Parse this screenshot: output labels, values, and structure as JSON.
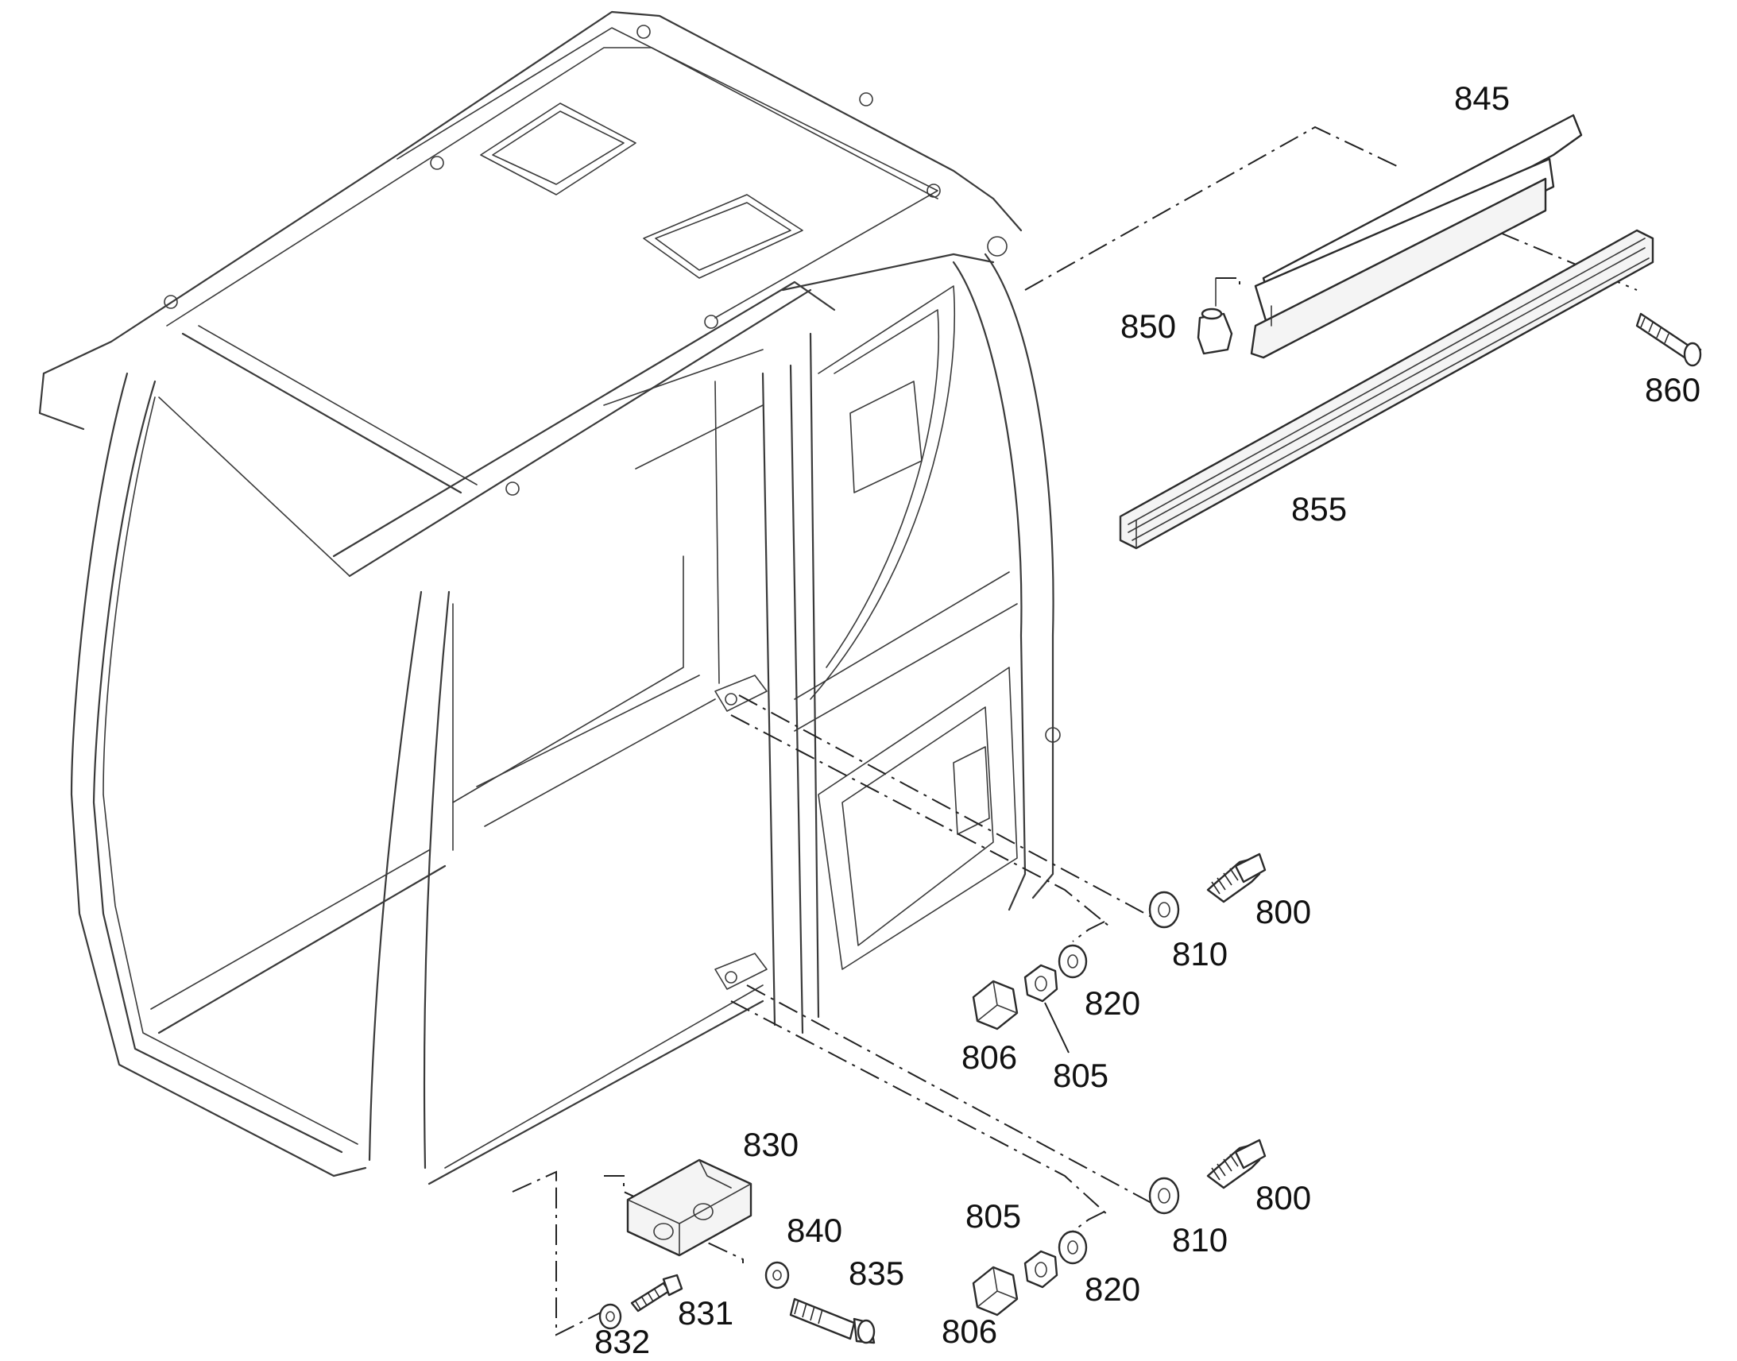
{
  "diagram": {
    "type": "exploded parts drawing",
    "callouts": {
      "c800a": "800",
      "c800b": "800",
      "c805a": "805",
      "c805b": "805",
      "c806a": "806",
      "c806b": "806",
      "c810a": "810",
      "c810b": "810",
      "c820a": "820",
      "c820b": "820",
      "c830": "830",
      "c831": "831",
      "c832": "832",
      "c835": "835",
      "c840": "840",
      "c845": "845",
      "c850": "850",
      "c855": "855",
      "c860": "860"
    },
    "colors": {
      "line": "#3a3a3a",
      "text": "#111111",
      "background": "#ffffff"
    }
  }
}
